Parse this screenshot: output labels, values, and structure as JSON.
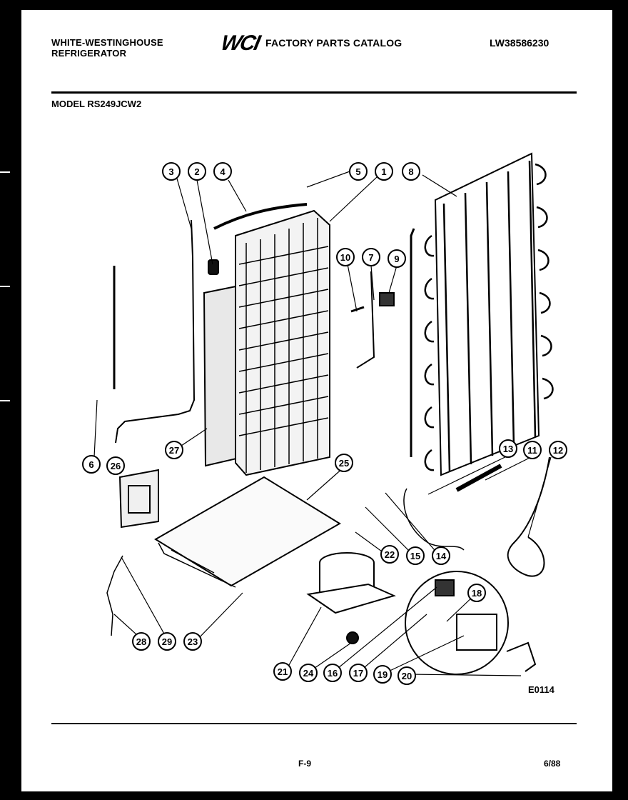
{
  "header": {
    "brand_line1": "WHITE-WESTINGHOUSE",
    "brand_line2": "REFRIGERATOR",
    "logo": "WCI",
    "catalog_title": "FACTORY PARTS CATALOG",
    "doc_number": "LW38586230",
    "model": "MODEL RS249JCW2"
  },
  "callouts": [
    "1",
    "2",
    "3",
    "4",
    "5",
    "6",
    "7",
    "8",
    "9",
    "10",
    "11",
    "12",
    "13",
    "14",
    "15",
    "16",
    "17",
    "18",
    "19",
    "20",
    "21",
    "22",
    "23",
    "24",
    "25",
    "26",
    "27",
    "28",
    "29"
  ],
  "footer": {
    "figure_code": "E0114",
    "page": "F-9",
    "date": "6/88"
  }
}
